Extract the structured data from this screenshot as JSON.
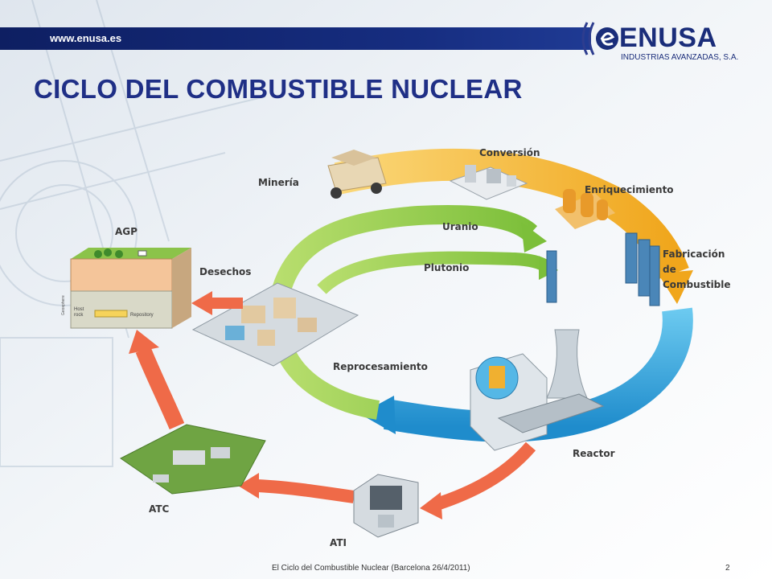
{
  "header": {
    "url": "www.enusa.es",
    "logo_name": "ENUSA",
    "logo_subtitle": "INDUSTRIAS AVANZADAS, S.A."
  },
  "title": "CICLO DEL COMBUSTIBLE NUCLEAR",
  "diagram": {
    "labels": {
      "mineria": "Minería",
      "conversion": "Conversión",
      "enriquecimiento": "Enriquecimiento",
      "fabricacion_1": "Fabricación",
      "fabricacion_2": "de",
      "fabricacion_3": "Combustible",
      "uranio": "Uranio",
      "plutonio": "Plutonio",
      "desechos": "Desechos",
      "reprocesamiento": "Reprocesamiento",
      "reactor": "Reactor",
      "agp": "AGP",
      "atc": "ATC",
      "ati": "ATI",
      "geosphere": "Geosphere",
      "host_rock_1": "Host",
      "host_rock_2": "rock",
      "repository": "Repository"
    }
  },
  "footer": {
    "caption": "El Ciclo del Combustible Nuclear (Barcelona 26/4/2011)",
    "page_number": "2"
  },
  "colors": {
    "title": "#1f2f86",
    "header_bar": "#162d80",
    "arrow_yellow": "#f4b224",
    "arrow_green": "#8dc63f",
    "arrow_blue": "#2a9bd6",
    "arrow_red": "#ef6a48"
  }
}
